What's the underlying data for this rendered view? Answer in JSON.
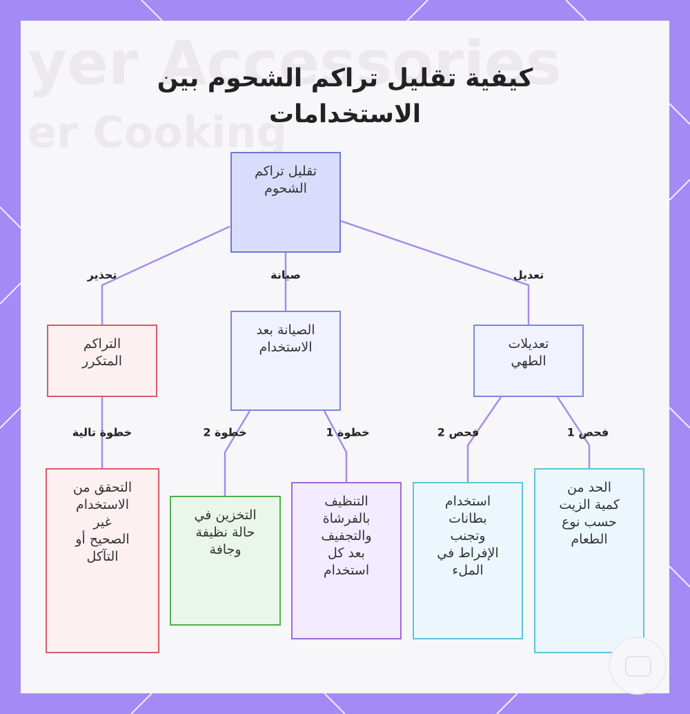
{
  "title_lines": [
    "كيفية تقليل تراكم الشحوم بين",
    "الاستخدامات"
  ],
  "background_watermark": {
    "line1": "yer Accessories",
    "line2": "er Cooking"
  },
  "colors": {
    "frame": "#a48af5",
    "connector": "#a88be6",
    "root_fill": "#d9ddfb",
    "root_border": "#6c78d8",
    "mid_fill": "#f0f2ff",
    "mid_border": "#7d86da",
    "red_fill": "#fdf0f1",
    "red_border": "#d95a6a",
    "green_fill": "#eaf6ea",
    "green_border": "#4caf50",
    "purple_fill": "#f3ebff",
    "purple_border": "#a067dd",
    "cyan_fill": "#ecf7fd",
    "cyan_border": "#5ac4da"
  },
  "nodes": {
    "root": "تقليل تراكم\nالشحوم",
    "accumulation": "التراكم\nالمتكرر",
    "maintenance": "الصيانة بعد\nالاستخدام",
    "cooking_mods": "تعديلات\nالطهي",
    "verify_usage": "التحقق من\nالاستخدام\nغير\nالصحيح أو\nالتآكل",
    "storage": "التخزين في\nحالة نظيفة\nوجافة",
    "cleaning": "التنظيف\nبالفرشاة\nوالتجفيف\nبعد كل\nاستخدام",
    "liners": "استخدام\nبطانات\nوتجنب\nالإفراط في\nالملء",
    "oil_limit": "الحد من\nكمية الزيت\nحسب نوع\nالطعام"
  },
  "edges": {
    "warning": "تحذير",
    "maintenance": "صيانة",
    "modify": "تعديل",
    "next_step": "خطوة تالية",
    "step2": "خطوة 2",
    "step1": "خطوة 1",
    "check2": "فحص 2",
    "check1": "فحص 1"
  },
  "icons": {
    "badge": "chef-hat-logo-icon"
  }
}
